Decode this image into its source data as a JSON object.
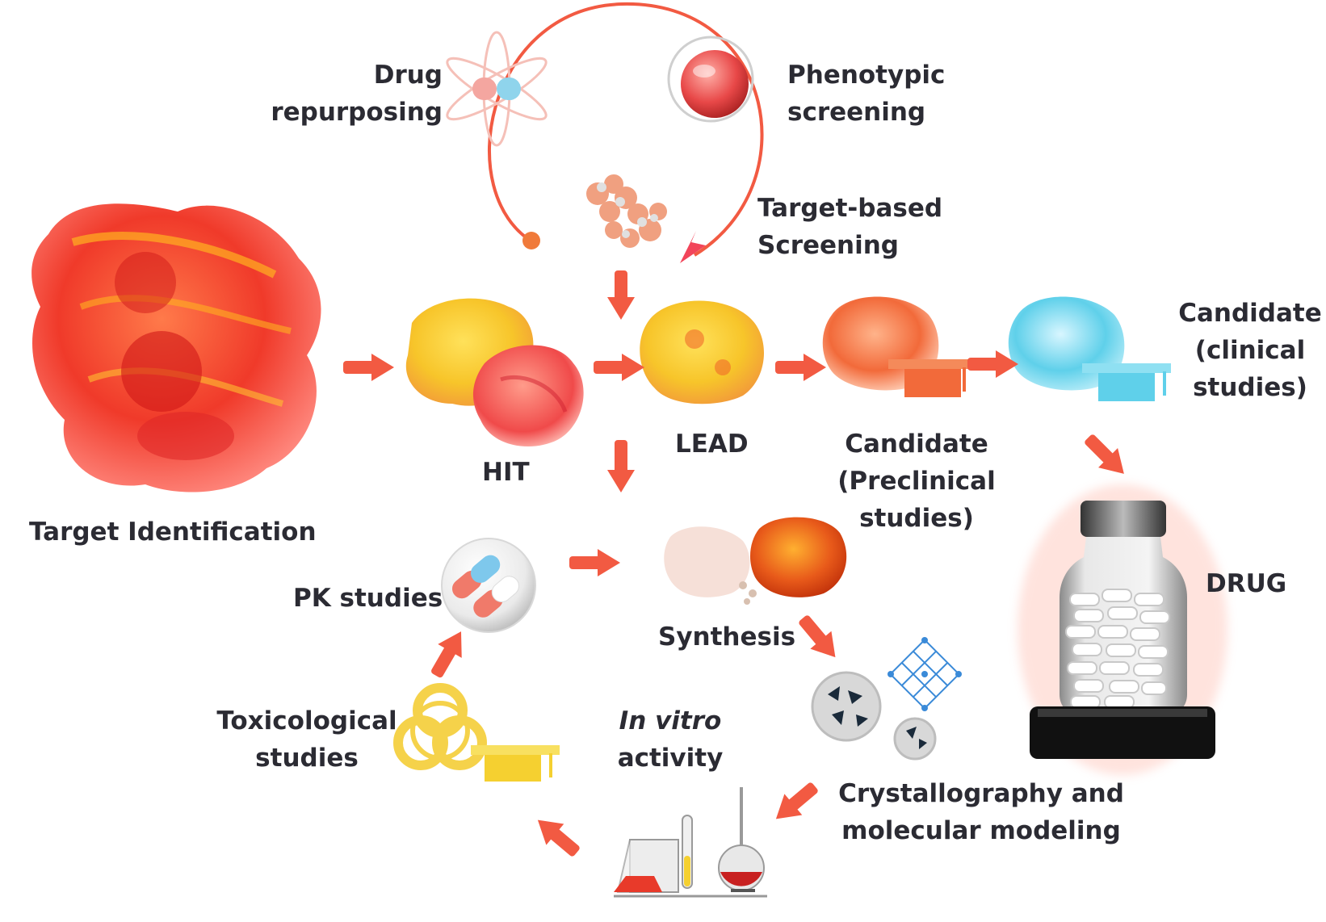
{
  "colors": {
    "accent": "#f2583e",
    "arrow": "#f25a42",
    "text": "#2b2b33",
    "lead_yellow": "#f7c52a",
    "candidate_orange": "#f26a3a",
    "clinical_cyan": "#5fd0ea",
    "bottle_black": "#111111"
  },
  "labels": {
    "drug_repurposing": [
      "Drug",
      "repurposing"
    ],
    "phenotypic_screening": [
      "Phenotypic",
      "screening"
    ],
    "target_based": [
      "Target-based",
      "Screening"
    ],
    "target_identification": "Target Identification",
    "hit": "HIT",
    "lead": "LEAD",
    "candidate_preclinical": [
      "Candidate",
      "(Preclinical",
      "studies)"
    ],
    "candidate_clinical": [
      "Candidate",
      "(clinical",
      "studies)"
    ],
    "drug": "DRUG",
    "pk_studies": "PK studies",
    "synthesis": "Synthesis",
    "toxicological": [
      "Toxicological",
      "studies"
    ],
    "in_vitro": [
      "In vitro",
      "activity"
    ],
    "crystallography": [
      "Crystallography and",
      "molecular modeling"
    ]
  },
  "icons": [
    "protein-structure-icon",
    "hit-molecule-icon",
    "lead-molecule-icon",
    "preclinical-candidate-icon",
    "clinical-candidate-icon",
    "drug-bottle-icon",
    "drug-repurposing-icon",
    "cell-sphere-icon",
    "ligand-icon",
    "capsule-sphere-icon",
    "synthesis-molecules-icon",
    "biohazard-icon",
    "crystal-lattice-icon",
    "lab-glassware-icon"
  ]
}
